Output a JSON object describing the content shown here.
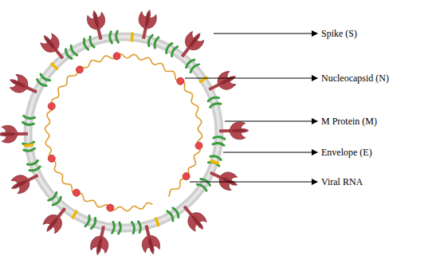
{
  "diagram": {
    "labels": [
      "Spike (S)",
      "Nucleocapsid (N)",
      "M Protein (M)",
      "Envelope (E)",
      "Viral RNA"
    ]
  }
}
